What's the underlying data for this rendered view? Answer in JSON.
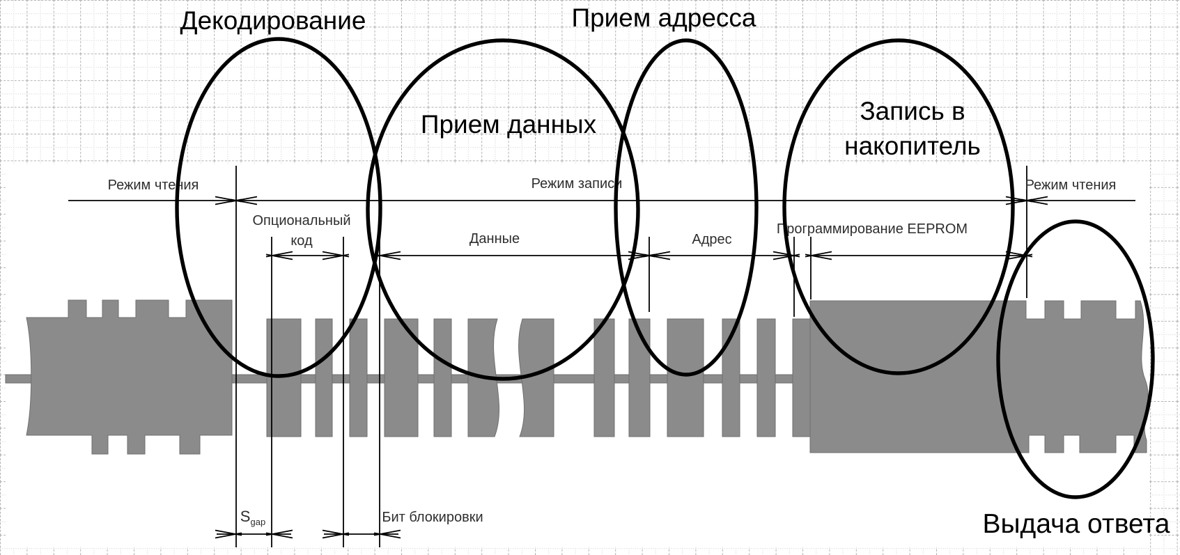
{
  "diagram": {
    "description": "RFID transponder write-sequence timing diagram with phase ellipses",
    "phase_titles": {
      "decode": "Декодирование",
      "receive_data": "Прием данных",
      "receive_address": "Прием адресса",
      "write_storage_line1": "Запись в",
      "write_storage_line2": "накопитель",
      "response": "Выдача ответа"
    },
    "dimension_labels": {
      "read_mode_left": "Режим чтения",
      "write_mode": "Режим записи",
      "read_mode_right": "Режим чтения",
      "optional_code_line1": "Опциональный",
      "optional_code_line2": "код",
      "data": "Данные",
      "address": "Адрес",
      "eeprom_programming": "Программирование EEPROM",
      "s_gap_symbol": "S",
      "s_gap_subscript": "gap",
      "lock_bit": "Бит блокировки"
    }
  },
  "colors": {
    "paper": "#ffffff",
    "waveform_gray": "#8b8b8b",
    "waveform_outline": "#6f6f6f",
    "ink": "#000000",
    "label_ink": "#2e2e2e",
    "grid_strong": "#b0b0b0",
    "grid_light": "#d2d2d2"
  }
}
